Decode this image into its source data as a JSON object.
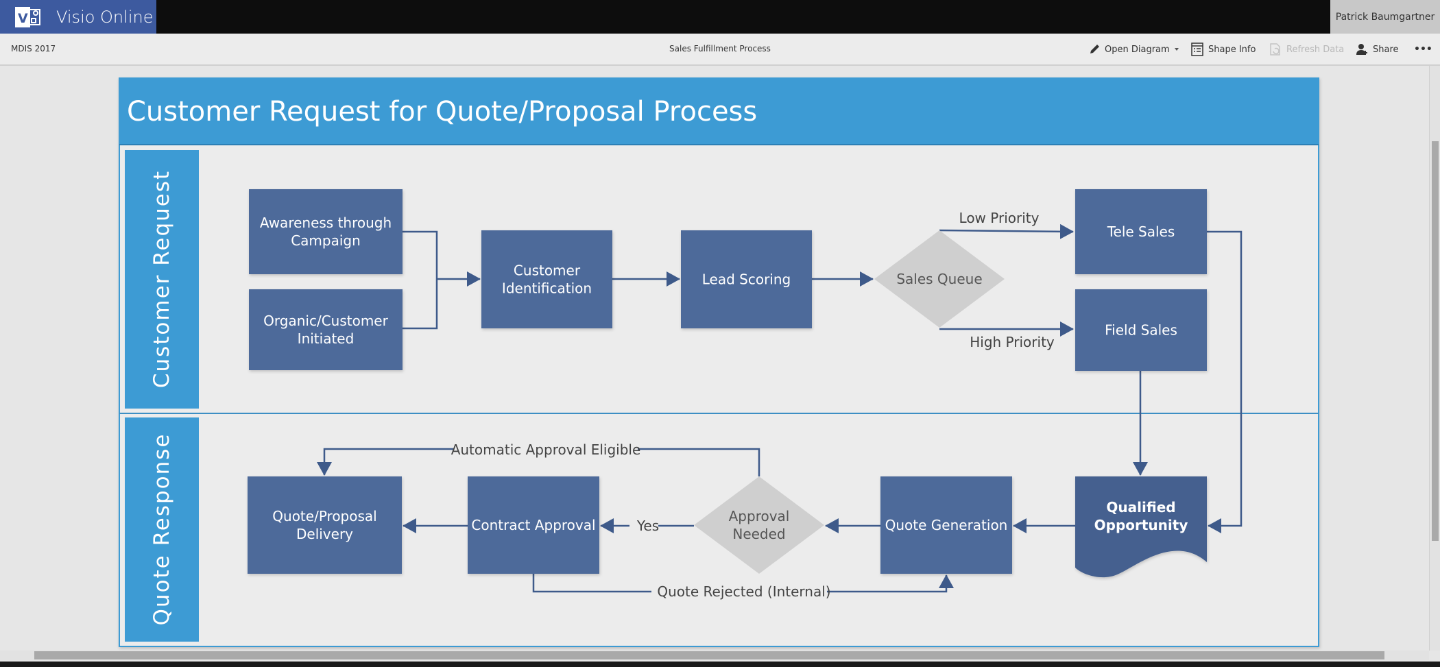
{
  "app": {
    "title": "Visio Online",
    "user": "Patrick Baumgartner"
  },
  "commandbar": {
    "document": "MDIS 2017",
    "diagram": "Sales Fulfillment Process",
    "open_diagram": "Open Diagram",
    "shape_info": "Shape Info",
    "refresh_data": "Refresh Data",
    "share": "Share",
    "more": "•••"
  },
  "diagram": {
    "title": "Customer Request for Quote/Proposal Process",
    "lanes": [
      "Customer Request",
      "Quote Response"
    ],
    "colors": {
      "header": "#3d9bd4",
      "process": "#4e6a9a",
      "decision": "#cfcfcf",
      "connector": "#3e5a8a",
      "lane_bg": "#ececec"
    },
    "shapes": {
      "awareness": [
        "Awareness through",
        "Campaign"
      ],
      "organic": [
        "Organic/Customer",
        "Initiated"
      ],
      "customer_id": [
        "Customer",
        "Identification"
      ],
      "lead_scoring": [
        "Lead Scoring"
      ],
      "sales_queue": [
        "Sales Queue"
      ],
      "tele_sales": [
        "Tele Sales"
      ],
      "field_sales": [
        "Field Sales"
      ],
      "qualified": [
        "Qualified",
        "Opportunity"
      ],
      "quote_gen": [
        "Quote Generation"
      ],
      "approval": [
        "Approval",
        "Needed"
      ],
      "contract": [
        "Contract Approval"
      ],
      "delivery": [
        "Quote/Proposal",
        "Delivery"
      ]
    },
    "labels": {
      "low_priority": "Low Priority",
      "high_priority": "High Priority",
      "auto_approval": "Automatic Approval Eligible",
      "yes": "Yes",
      "rejected": "Quote Rejected (Internal)"
    }
  }
}
